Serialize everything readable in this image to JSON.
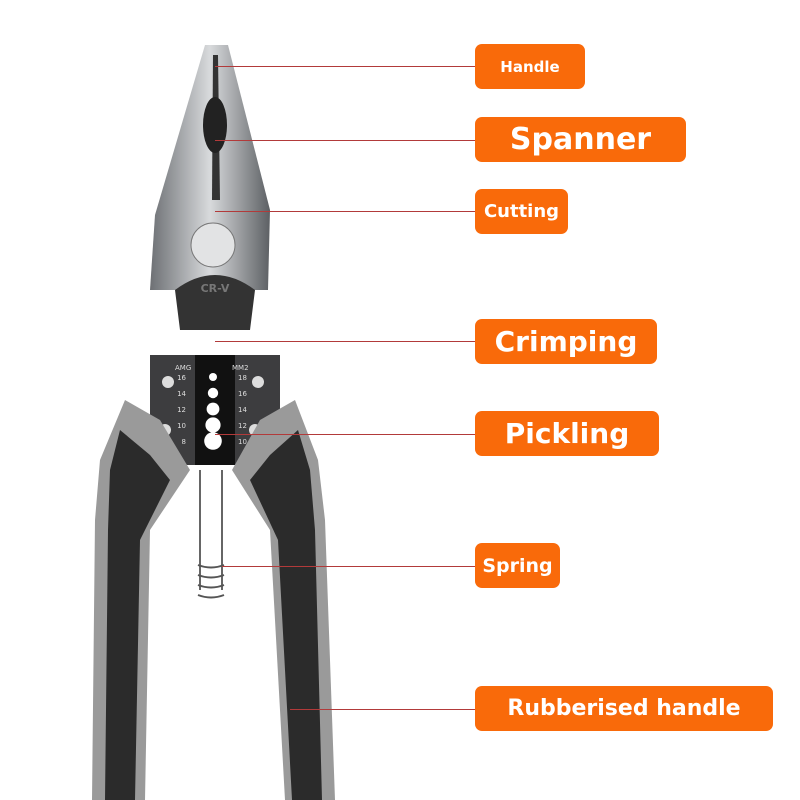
{
  "labels": [
    {
      "id": "handle",
      "text": "Handle"
    },
    {
      "id": "spanner",
      "text": "Spanner"
    },
    {
      "id": "cutting",
      "text": "Cutting"
    },
    {
      "id": "crimping",
      "text": "Crimping"
    },
    {
      "id": "pickling",
      "text": "Pickling"
    },
    {
      "id": "spring",
      "text": "Spring"
    },
    {
      "id": "rubberised-handle",
      "text": "Rubberised handle"
    }
  ],
  "tool": {
    "brand_mark": "CR-V",
    "gauge_left_title": "AMG",
    "gauge_right_title": "MM2",
    "gauge_left": [
      "16",
      "14",
      "12",
      "10",
      "8"
    ],
    "gauge_right": [
      "18",
      "16",
      "14",
      "12",
      "10"
    ]
  },
  "colors": {
    "accent": "#f96a0a",
    "leader_line": "#b23a3a",
    "metal": "#b9bcc0",
    "handle_dark": "#2b2b2b",
    "handle_grey": "#9a9a9a"
  }
}
